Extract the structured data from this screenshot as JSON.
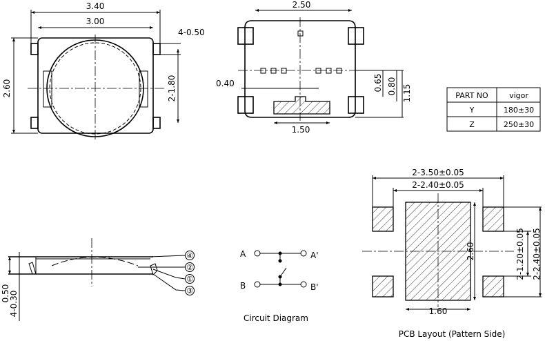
{
  "top_view": {
    "dim_width_total": "3.40",
    "dim_width_body": "3.00",
    "dim_height": "2.60",
    "dim_terminal": "4-0.50",
    "dim_terminal_pitch": "2-1.80"
  },
  "front_view": {
    "dim_width": "2.50",
    "dim_gap": "0.40",
    "dim_h1": "0.65",
    "dim_h2": "0.80",
    "dim_h3": "1.15",
    "dim_base": "1.50"
  },
  "table": {
    "headers": [
      "PART NO",
      "vigor"
    ],
    "rows": [
      [
        "Y",
        "180±30"
      ],
      [
        "Z",
        "250±30"
      ]
    ]
  },
  "side_view": {
    "dim_height": "0.50",
    "dim_terminal": "4-0.30",
    "callouts": [
      "④",
      "②",
      "①",
      "③"
    ]
  },
  "circuit": {
    "a": "A",
    "a_prime": "A'",
    "b": "B",
    "b_prime": "B'",
    "caption": "Circuit Diagram"
  },
  "pcb": {
    "dim_outer": "2-3.50±0.05",
    "dim_inner": "2-2.40±0.05",
    "dim_height": "2.60",
    "dim_pad_width": "1.60",
    "dim_v_inner": "2-1.20±0.05",
    "dim_v_outer": "2-2.40±0.05",
    "caption": "PCB Layout (Pattern Side)"
  }
}
